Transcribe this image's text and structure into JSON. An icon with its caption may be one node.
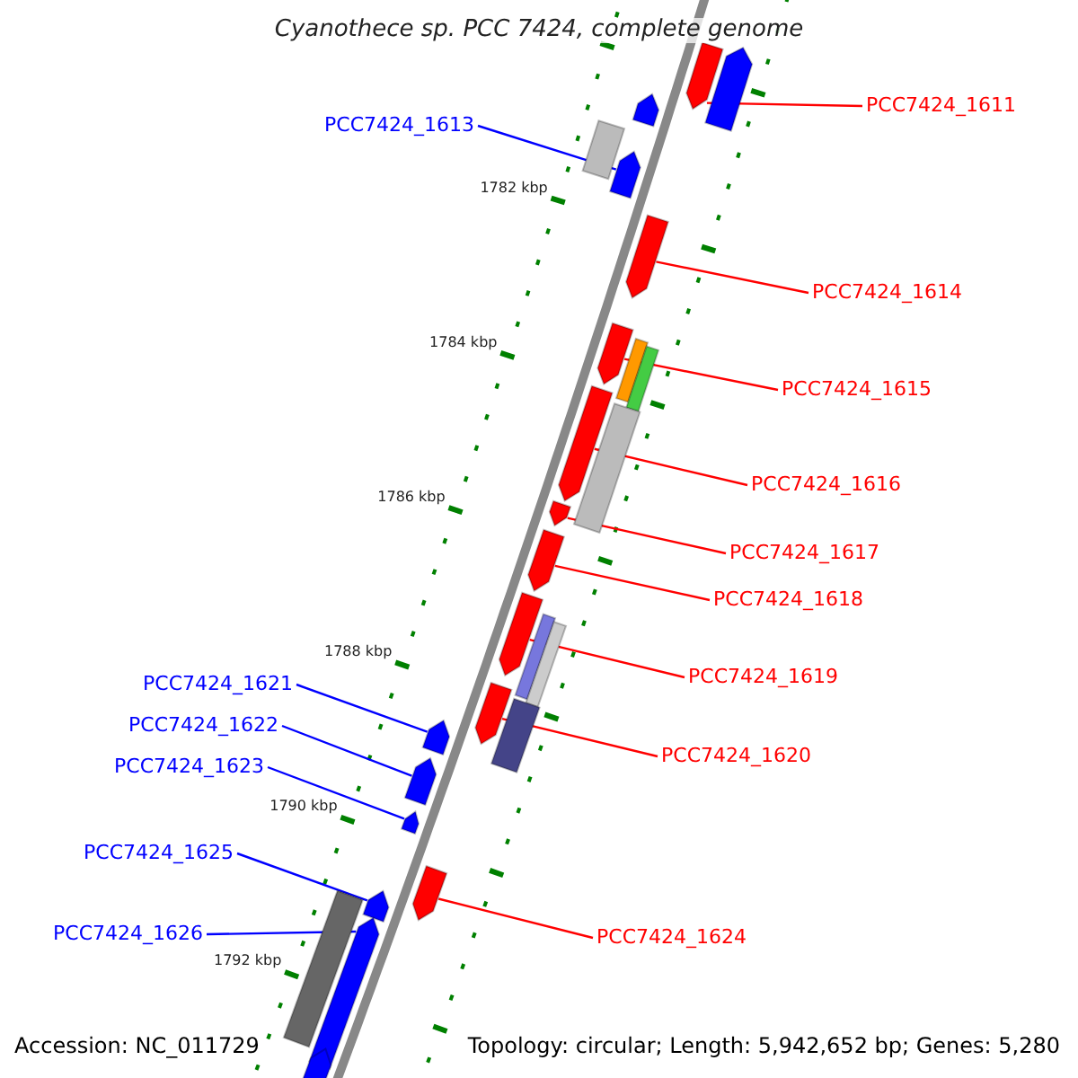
{
  "diagram": {
    "title": "Cyanothece sp. PCC 7424, complete genome",
    "nodes": [
      {
        "text": [
          "PCC7424_1611"
        ]
      },
      {
        "text": [
          "PCC7424_1613"
        ]
      },
      {
        "text": [
          "PCC7424_1614"
        ]
      },
      {
        "text": [
          "PCC7424_1615"
        ]
      },
      {
        "text": [
          "PCC7424_1616"
        ]
      },
      {
        "text": [
          "PCC7424_1617"
        ]
      },
      {
        "text": [
          "PCC7424_1618"
        ]
      },
      {
        "text": [
          "PCC7424_1619"
        ]
      },
      {
        "text": [
          "PCC7424_1620"
        ]
      },
      {
        "text": [
          "PCC7424_1621"
        ]
      },
      {
        "text": [
          "PCC7424_1622"
        ]
      },
      {
        "text": [
          "PCC7424_1623"
        ]
      },
      {
        "text": [
          "PCC7424_1624"
        ]
      },
      {
        "text": [
          "PCC7424_1625"
        ]
      },
      {
        "text": [
          "PCC7424_1626"
        ]
      },
      {
        "text": [],
        "shape": "pentagon"
      },
      {
        "text": [],
        "shape": "pentagon"
      },
      {
        "text": [],
        "shape": "pentagon"
      },
      {
        "text": [],
        "shape": "bar"
      },
      {
        "text": [],
        "shape": "pentagon"
      },
      {
        "text": [],
        "shape": "pentagon"
      },
      {
        "text": [],
        "shape": "pentagon"
      },
      {
        "text": [],
        "shape": "bar"
      },
      {
        "text": [],
        "shape": "bar"
      },
      {
        "text": [],
        "shape": "pentagon"
      },
      {
        "text": [],
        "shape": "bar"
      },
      {
        "text": [],
        "shape": "pentagon"
      },
      {
        "text": [],
        "shape": "pentagon"
      },
      {
        "text": [],
        "shape": "pentagon"
      },
      {
        "text": [],
        "shape": "bar"
      },
      {
        "text": [],
        "shape": "bar"
      },
      {
        "text": [],
        "shape": "pentagon"
      },
      {
        "text": [],
        "shape": "bar"
      },
      {
        "text": [],
        "shape": "pentagon"
      },
      {
        "text": [],
        "shape": "pentagon"
      },
      {
        "text": [],
        "shape": "pentagon"
      },
      {
        "text": [],
        "shape": "pentagon"
      },
      {
        "text": [],
        "shape": "pentagon"
      },
      {
        "text": [],
        "shape": "bar"
      },
      {
        "text": [],
        "shape": "pentagon"
      },
      {
        "text": [],
        "shape": "pentagon"
      }
    ],
    "edges": [
      {
        "from": 0,
        "to": 16,
        "arrow": "none"
      },
      {
        "from": 1,
        "to": 19,
        "arrow": "none",
        "color": "#0000ff"
      },
      {
        "from": 2,
        "to": 20,
        "arrow": "none"
      },
      {
        "from": 3,
        "to": 21,
        "arrow": "none"
      },
      {
        "from": 4,
        "to": 24,
        "arrow": "none"
      },
      {
        "from": 5,
        "to": 26,
        "arrow": "none"
      },
      {
        "from": 6,
        "to": 27,
        "arrow": "none"
      },
      {
        "from": 7,
        "to": 28,
        "arrow": "none"
      },
      {
        "from": 8,
        "to": 31,
        "arrow": "none"
      },
      {
        "from": 9,
        "to": 33,
        "arrow": "none",
        "color": "#0000ff"
      },
      {
        "from": 10,
        "to": 34,
        "arrow": "none",
        "color": "#0000ff"
      },
      {
        "from": 11,
        "to": 35,
        "arrow": "none",
        "color": "#0000ff"
      },
      {
        "from": 12,
        "to": 36,
        "arrow": "none"
      },
      {
        "from": 13,
        "to": 37,
        "arrow": "none",
        "color": "#0000ff"
      },
      {
        "from": 14,
        "to": 39,
        "arrow": "none",
        "color": "#0000ff"
      }
    ],
    "labels": [
      "1782 kbp",
      "1784 kbp",
      "1786 kbp",
      "1788 kbp",
      "1790 kbp",
      "1792 kbp",
      "Accession: NC_011729",
      "Topology: circular; Length: 5,942,652 bp; Genes: 5,280"
    ]
  }
}
